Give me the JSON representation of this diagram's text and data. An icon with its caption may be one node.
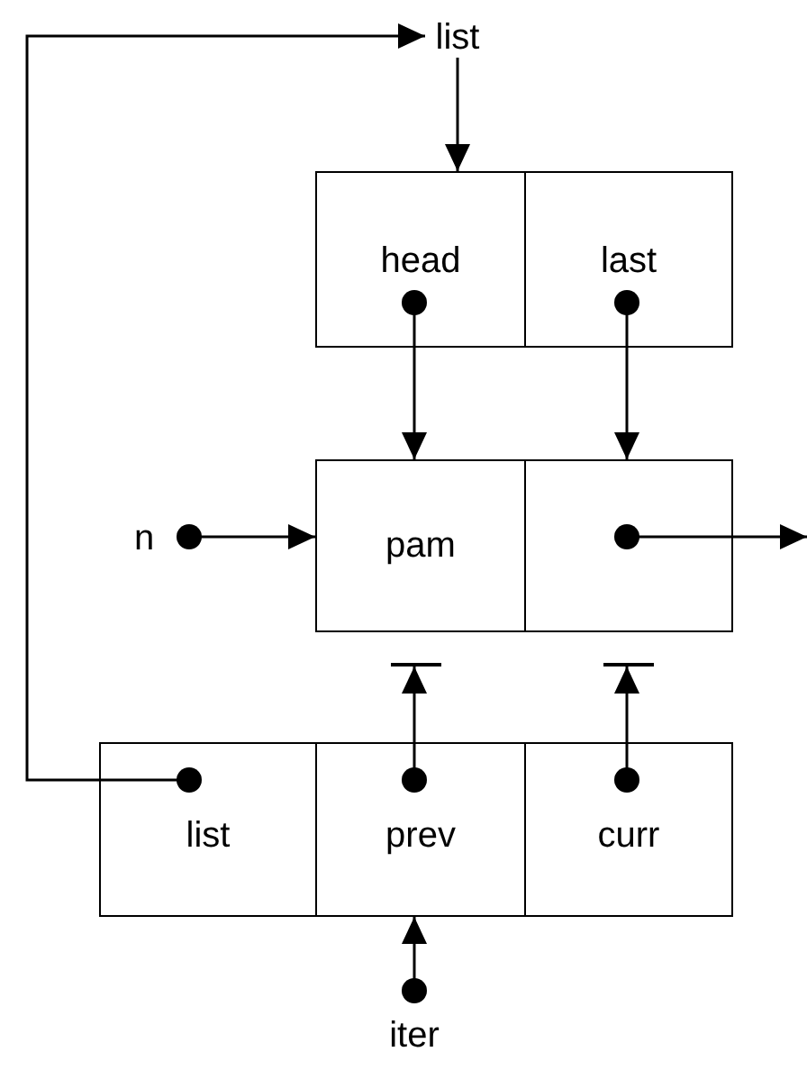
{
  "diagram": {
    "nodes": [
      {
        "text": [
          "list"
        ]
      },
      {
        "text": [
          "head"
        ]
      },
      {
        "text": [
          "last"
        ]
      },
      {
        "text": [
          "pam"
        ]
      },
      {
        "text": [],
        "shape": "box"
      },
      {
        "text": [
          "n"
        ]
      },
      {
        "text": [
          "list"
        ]
      },
      {
        "text": [
          "prev"
        ]
      },
      {
        "text": [
          "curr"
        ]
      },
      {
        "text": [
          "iter"
        ]
      },
      {
        "text": [],
        "shape": "bar"
      },
      {
        "text": [],
        "shape": "bar"
      }
    ],
    "edges": [
      {
        "from": 6,
        "to": 0,
        "arrow": "to"
      },
      {
        "from": 0,
        "to": 1,
        "arrow": "to"
      },
      {
        "from": 1,
        "to": 3,
        "arrow": "to"
      },
      {
        "from": 2,
        "to": 4,
        "arrow": "to"
      },
      {
        "from": 5,
        "to": 3,
        "arrow": "to"
      },
      {
        "from": 4,
        "to": null,
        "arrow": "to"
      },
      {
        "from": 7,
        "to": 10,
        "arrow": "to"
      },
      {
        "from": 8,
        "to": 11,
        "arrow": "to"
      },
      {
        "from": 9,
        "to": 7,
        "arrow": "to"
      }
    ]
  }
}
